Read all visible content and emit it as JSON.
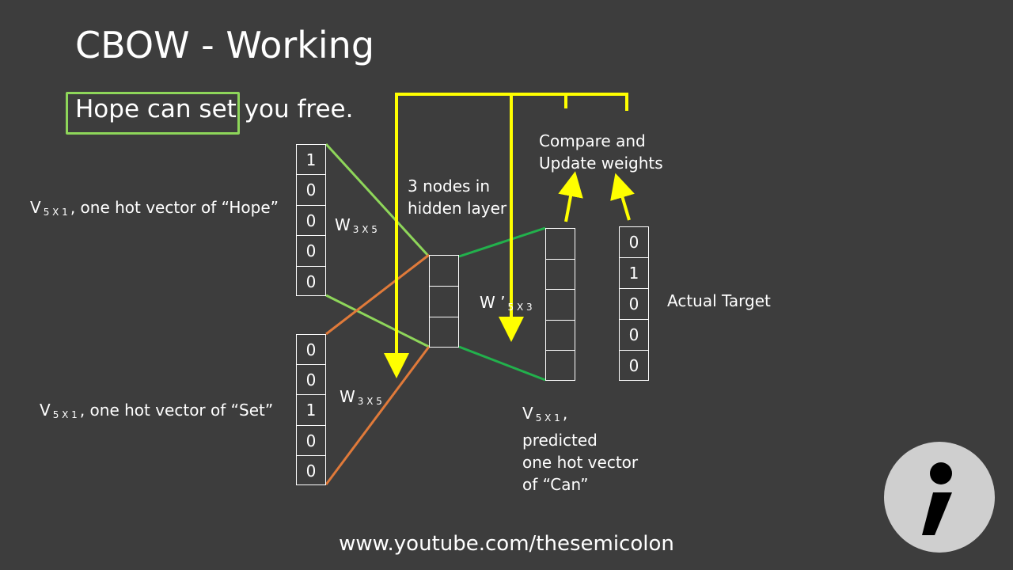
{
  "slide": {
    "title": "CBOW - Working",
    "sentence_boxed": "Hope can set",
    "sentence_rest": " you free.",
    "footer_url": "www.youtube.com/thesemicolon"
  },
  "labels": {
    "v_hope_pre": "V",
    "v_hope_sub": "5 X 1",
    "v_hope_post": ", one hot vector of “Hope”",
    "v_set_pre": "V",
    "v_set_sub": "5 X 1",
    "v_set_post": ", one hot vector of “Set”",
    "w_top_pre": "W",
    "w_top_sub": "3 X 5",
    "w_bottom_pre": "W",
    "w_bottom_sub": "3 X 5",
    "w_prime_pre": "W ’",
    "w_prime_sub": "5 X 3",
    "hidden_line1": "3 nodes in",
    "hidden_line2": "hidden layer",
    "compare_line1": "Compare and",
    "compare_line2": "Update weights",
    "actual_target": "Actual Target",
    "pred_pre": "V",
    "pred_sub": "5 X 1",
    "pred_post": ",",
    "pred_line2": "predicted",
    "pred_line3": "one hot vector",
    "pred_line4": "of “Can”"
  },
  "vectors": {
    "hope": [
      "1",
      "0",
      "0",
      "0",
      "0"
    ],
    "set": [
      "0",
      "0",
      "1",
      "0",
      "0"
    ],
    "target": [
      "0",
      "1",
      "0",
      "0",
      "0"
    ]
  },
  "colors": {
    "background": "#3d3d3d",
    "highlight_box": "#8ed65a",
    "hope_links": "#8ed65a",
    "set_links": "#e07a3a",
    "output_links": "#22b14c",
    "feedback_arrows": "#ffff00",
    "logo_bg": "#cfcfcf"
  }
}
